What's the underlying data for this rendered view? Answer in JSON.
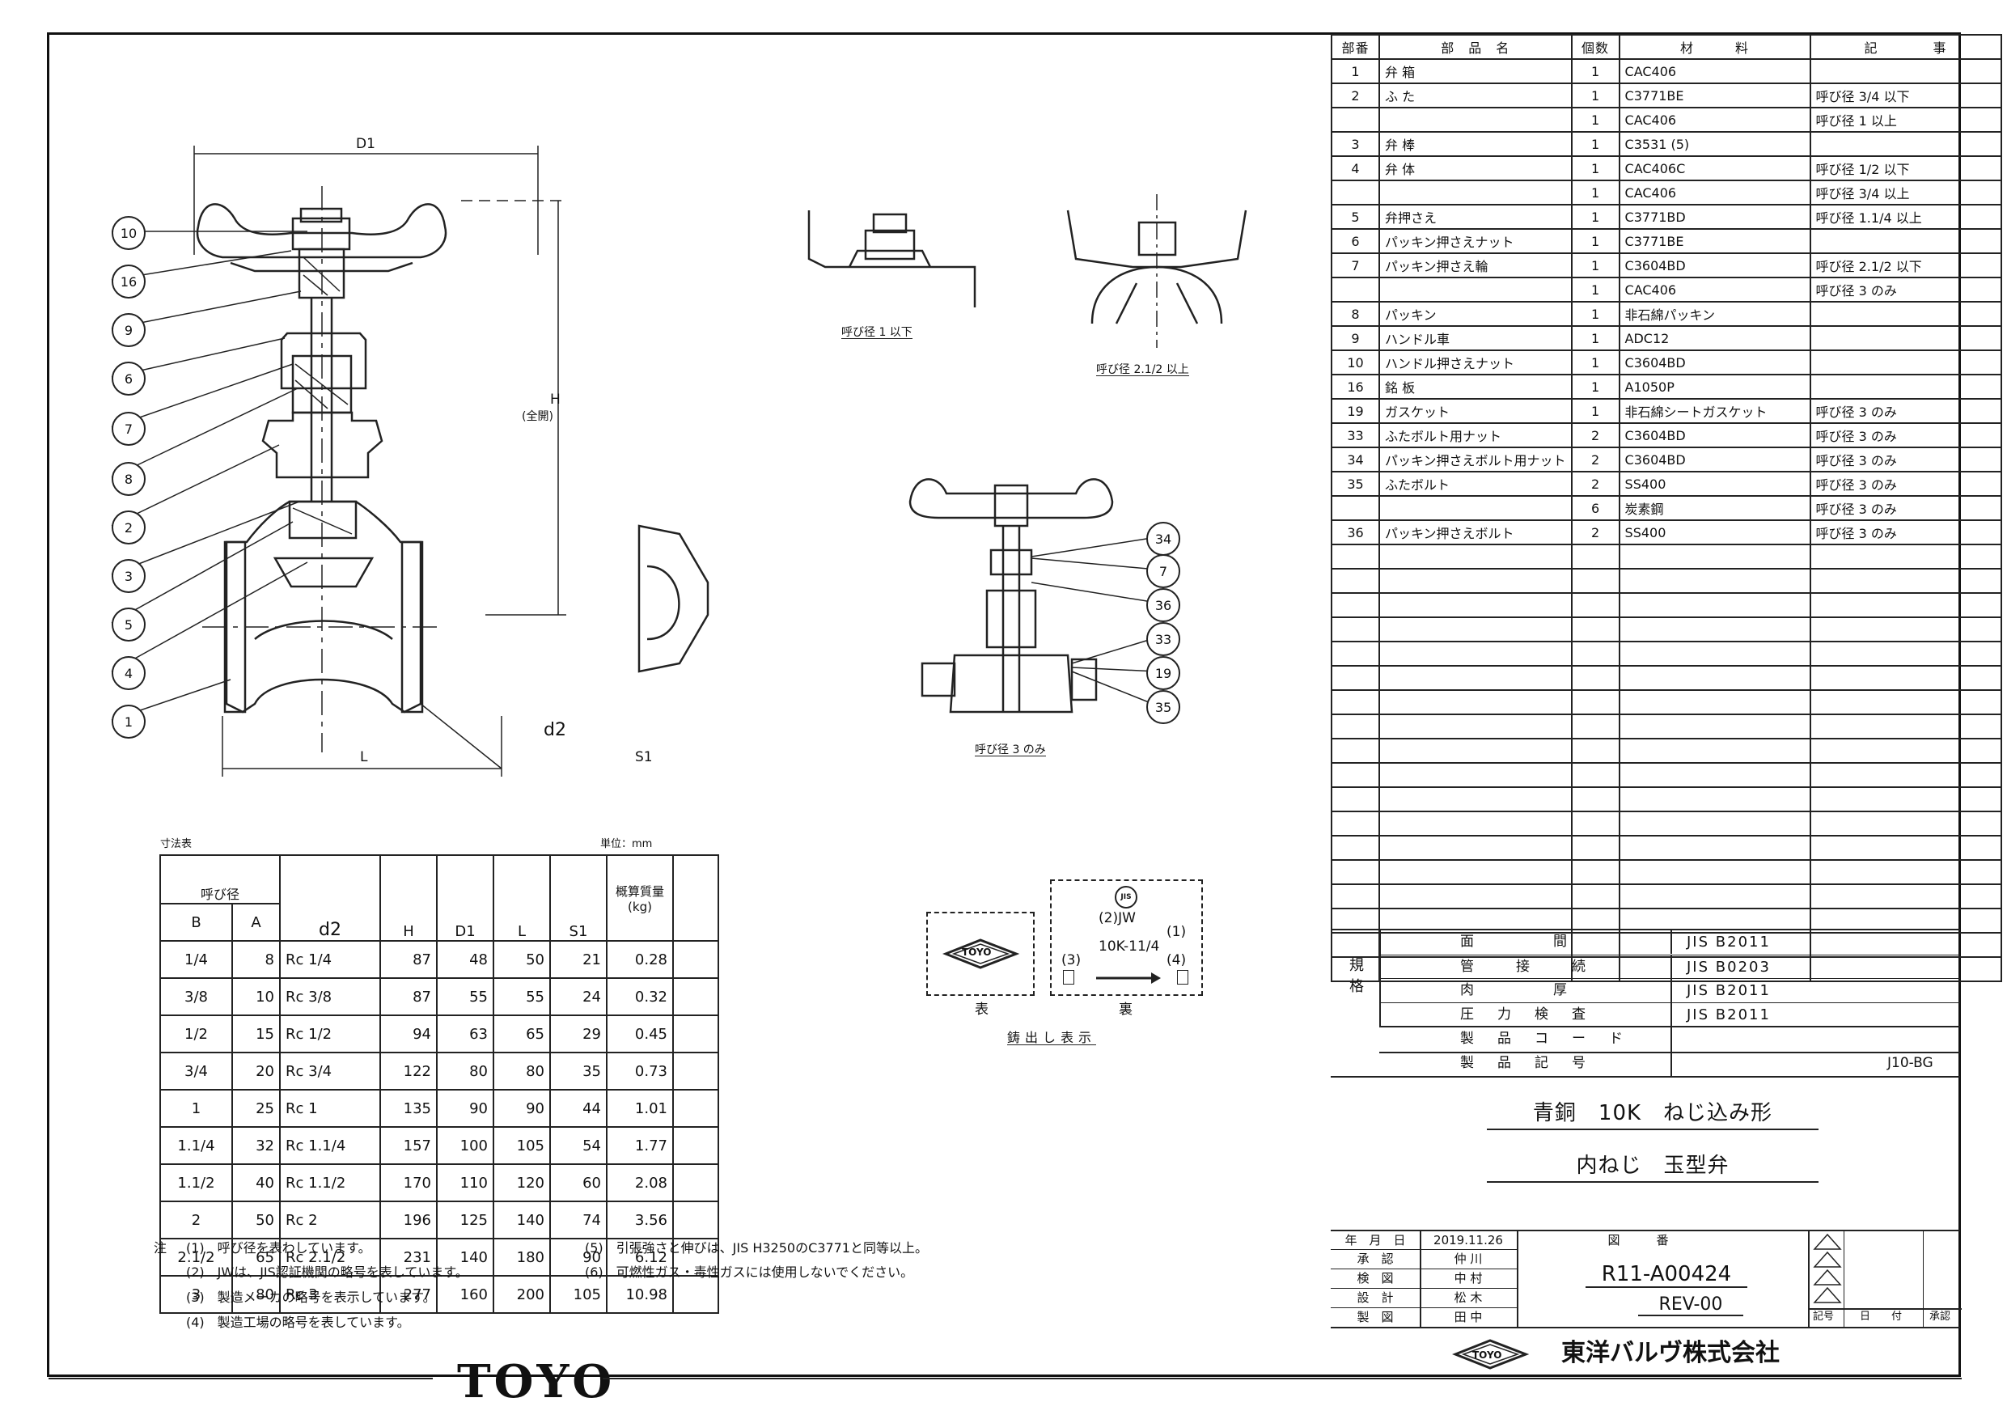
{
  "parts_table": {
    "headers": [
      "部番",
      "部　品　名",
      "個数",
      "材　　　料",
      "記　　　　事"
    ],
    "rows": [
      [
        "1",
        "弁 箱",
        "1",
        "CAC406",
        ""
      ],
      [
        "2",
        "ふ た",
        "1",
        "C3771BE",
        "呼び径 3/4 以下"
      ],
      [
        "",
        "",
        "1",
        "CAC406",
        "呼び径 1 以上"
      ],
      [
        "3",
        "弁 棒",
        "1",
        "C3531 (5)",
        ""
      ],
      [
        "4",
        "弁 体",
        "1",
        "CAC406C",
        "呼び径 1/2 以下"
      ],
      [
        "",
        "",
        "1",
        "CAC406",
        "呼び径 3/4 以上"
      ],
      [
        "5",
        "弁押さえ",
        "1",
        "C3771BD",
        "呼び径 1.1/4 以上"
      ],
      [
        "6",
        "パッキン押さえナット",
        "1",
        "C3771BE",
        ""
      ],
      [
        "7",
        "パッキン押さえ輪",
        "1",
        "C3604BD",
        "呼び径 2.1/2 以下"
      ],
      [
        "",
        "",
        "1",
        "CAC406",
        "呼び径 3 のみ"
      ],
      [
        "8",
        "パッキン",
        "1",
        "非石綿パッキン",
        ""
      ],
      [
        "9",
        "ハンドル車",
        "1",
        "ADC12",
        ""
      ],
      [
        "10",
        "ハンドル押さえナット",
        "1",
        "C3604BD",
        ""
      ],
      [
        "16",
        "銘 板",
        "1",
        "A1050P",
        ""
      ],
      [
        "19",
        "ガスケット",
        "1",
        "非石綿シートガスケット",
        "呼び径 3 のみ"
      ],
      [
        "33",
        "ふたボルト用ナット",
        "2",
        "C3604BD",
        "呼び径 3 のみ"
      ],
      [
        "34",
        "パッキン押さえボルト用ナット",
        "2",
        "C3604BD",
        "呼び径 3 のみ"
      ],
      [
        "35",
        "ふたボルト",
        "2",
        "SS400",
        "呼び径 3 のみ"
      ],
      [
        "",
        "",
        "6",
        "炭素鋼",
        "呼び径 3 のみ"
      ],
      [
        "36",
        "パッキン押さえボルト",
        "2",
        "SS400",
        "呼び径 3 のみ"
      ]
    ]
  },
  "standards": {
    "label": "規格",
    "rows": [
      [
        "面　　　　間",
        "JIS B2011"
      ],
      [
        "管　　接　　続",
        "JIS B0203"
      ],
      [
        "肉　　　　厚",
        "JIS B2011"
      ],
      [
        "圧　力　検　査",
        "JIS B2011"
      ]
    ],
    "product_code_label": "製　品　コ　ー　ド",
    "product_code": "",
    "product_symbol_label": "製　品　記　号",
    "product_symbol": "J10-BG"
  },
  "title": {
    "line1": "青銅　10K　ねじ込み形",
    "line2": "内ねじ　玉型弁"
  },
  "title_block": {
    "date_label": "年　月　日",
    "date": "2019.11.26",
    "drawing_no_label": "図　　　番",
    "drawing_no": "R11-A00424",
    "rev": "REV-00",
    "roles": [
      [
        "承　認",
        "仲 川"
      ],
      [
        "検　図",
        "中 村"
      ],
      [
        "設　計",
        "松 木"
      ],
      [
        "製　図",
        "田 中"
      ]
    ],
    "rev_cols": [
      "記号",
      "日　　付",
      "承認"
    ],
    "company": "東洋バルヴ株式会社",
    "logo": "TOYO"
  },
  "dimension_table": {
    "caption": "寸法表",
    "unit": "単位：mm",
    "headers": {
      "nominal": "呼び径",
      "B": "B",
      "A": "A",
      "d2": "d2",
      "H": "H",
      "D1": "D1",
      "L": "L",
      "S1": "S1",
      "mass": "概算質量\n(kg)"
    },
    "rows": [
      [
        "1/4",
        "8",
        "Rc 1/4",
        "87",
        "48",
        "50",
        "21",
        "0.28"
      ],
      [
        "3/8",
        "10",
        "Rc 3/8",
        "87",
        "55",
        "55",
        "24",
        "0.32"
      ],
      [
        "1/2",
        "15",
        "Rc 1/2",
        "94",
        "63",
        "65",
        "29",
        "0.45"
      ],
      [
        "3/4",
        "20",
        "Rc 3/4",
        "122",
        "80",
        "80",
        "35",
        "0.73"
      ],
      [
        "1",
        "25",
        "Rc 1",
        "135",
        "90",
        "90",
        "44",
        "1.01"
      ],
      [
        "1.1/4",
        "32",
        "Rc 1.1/4",
        "157",
        "100",
        "105",
        "54",
        "1.77"
      ],
      [
        "1.1/2",
        "40",
        "Rc 1.1/2",
        "170",
        "110",
        "120",
        "60",
        "2.08"
      ],
      [
        "2",
        "50",
        "Rc 2",
        "196",
        "125",
        "140",
        "74",
        "3.56"
      ],
      [
        "2.1/2",
        "65",
        "Rc 2.1/2",
        "231",
        "140",
        "180",
        "90",
        "6.12"
      ],
      [
        "3",
        "80",
        "Rc 3",
        "277",
        "160",
        "200",
        "105",
        "10.98"
      ]
    ]
  },
  "notes": {
    "label": "注",
    "items": [
      "(1)　呼び径を表わしています。",
      "(2)　JWは、JIS認証機関の略号を表しています。",
      "(3)　製造メーカの略号を表示しています。",
      "(4)　製造工場の略号を表しています。",
      "(5)　引張強さと伸びは、JIS H3250のC3771と同等以上。",
      "(6)　可燃性ガス・毒性ガスには使用しないでください。"
    ]
  },
  "drawing": {
    "dim_D1": "D1",
    "dim_H": "H",
    "dim_H_sub": "(全開)",
    "dim_L": "L",
    "dim_S1": "S1",
    "dim_d2": "d2",
    "balloons_left": [
      "10",
      "16",
      "9",
      "6",
      "7",
      "8",
      "2",
      "3",
      "5",
      "4",
      "1"
    ],
    "balloons_right": [
      "34",
      "7",
      "36",
      "33",
      "19",
      "35"
    ],
    "caption_small1": "呼び径 1 以下",
    "caption_small2": "呼び径 2.1/2 以上",
    "caption_small3": "呼び径 3 のみ"
  },
  "marking": {
    "jis_mark": "JIS",
    "jw": "(2)JW",
    "n1": "(1)",
    "rating": "10K-11/4",
    "n3": "(3)",
    "n4": "(4)",
    "front_label": "表",
    "back_label": "裏",
    "caption": "鋳出し表示",
    "logo": "TOYO"
  },
  "footer_logo": "TOYO"
}
